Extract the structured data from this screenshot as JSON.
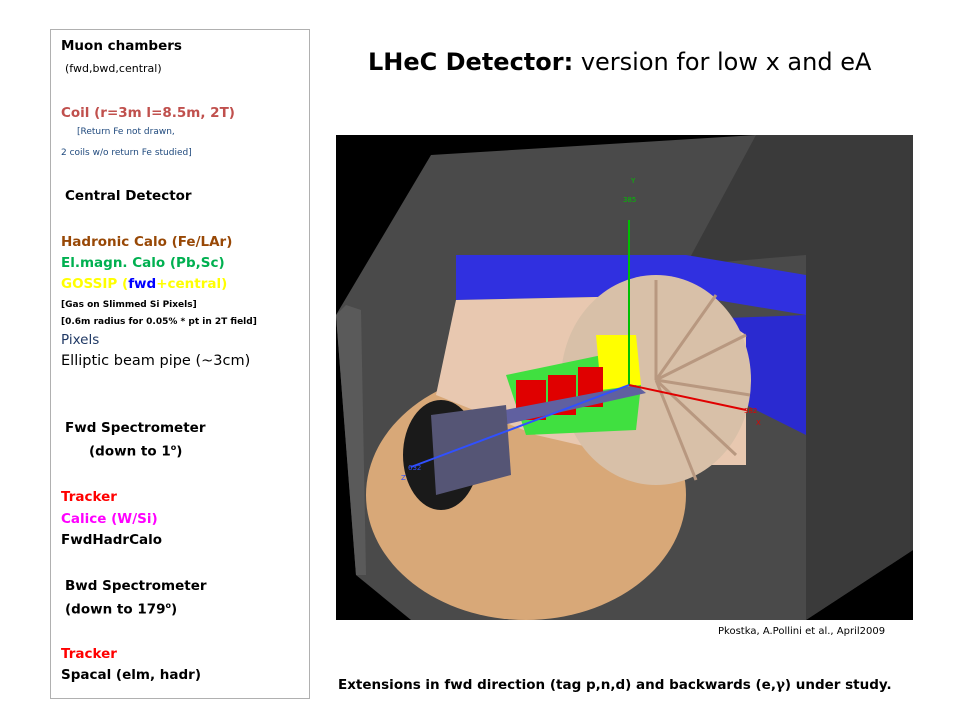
{
  "legend": {
    "muon_title": "Muon chambers",
    "muon_sub": "(fwd,bwd,central)",
    "coil_title": "Coil (r=3m l=8.5m, 2T)",
    "coil_note1": "[Return Fe not drawn,",
    "coil_note2": "2 coils w/o return Fe studied]",
    "central_header": "Central Detector",
    "hadronic": "Hadronic Calo (Fe/LAr)",
    "elmagn": "El.magn. Calo (Pb,Sc)",
    "gossip_a": "GOSSIP (",
    "gossip_b": "fwd",
    "gossip_c": "+central)",
    "gas_note": "[Gas on Slimmed Si Pixels]",
    "radius_note": "[0.6m radius for 0.05% * pt in 2T field]",
    "pixels": "Pixels",
    "beampipe": "Elliptic beam pipe (~3cm)",
    "fwd_header": "Fwd Spectrometer",
    "fwd_sub_a": "(down to 1",
    "fwd_sub_sup": "o",
    "fwd_sub_b": ")",
    "fwd_tracker": "Tracker",
    "calice": "Calice (W/Si)",
    "fwdhadr": "FwdHadrCalo",
    "bwd_header": "Bwd Spectrometer",
    "bwd_sub_a": "(down to 179",
    "bwd_sub_sup": "o",
    "bwd_sub_b": ")",
    "bwd_tracker": "Tracker",
    "spacal": "Spacal (elm, hadr)"
  },
  "title": {
    "bold": "LHeC Detector:",
    "rest": " version for low x and eA"
  },
  "render": {
    "axis_y_label": "Y",
    "axis_y_value": "385",
    "axis_x_label": "X",
    "axis_x_value": "382",
    "axis_z_label": "Z",
    "axis_z_value": "632"
  },
  "credit": "Pkostka, A.Pollini et al., April2009",
  "footnote_a": "Extensions in fwd direction (tag p,n,d)  and backwards (e,",
  "footnote_gamma": "γ",
  "footnote_b": ") under study.",
  "colors": {
    "coil": "#c0504d",
    "coil_note": "#1f497d",
    "hadronic": "#984806",
    "elmagn": "#00b050",
    "gossip": "#ffff00",
    "fwd": "#0000ff",
    "pixels": "#1f3864",
    "tracker": "#ff0000",
    "calice": "#ff00ff",
    "render_bg": "#000000"
  }
}
